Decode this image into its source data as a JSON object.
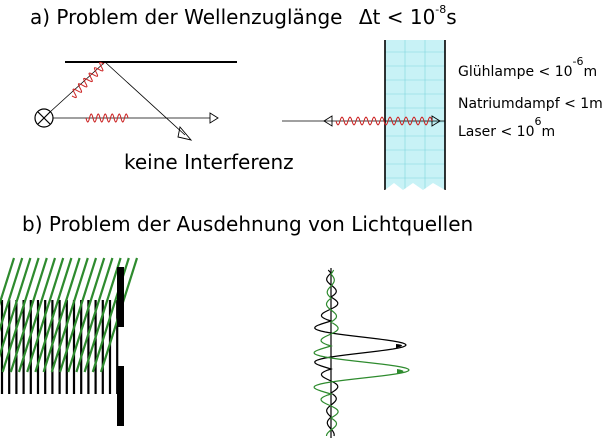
{
  "section_a": {
    "title": "a) Problem der Wellenzuglänge",
    "delta_t": "Δt < 10",
    "exponent": "-8",
    "unit": "s"
  },
  "no_interference_label": "keine Interferenz",
  "sources": [
    {
      "name": "Glühlampe < 10",
      "exponent": "-6",
      "unit": "m"
    },
    {
      "name": "Natriumdampf < 1m",
      "exponent": "",
      "unit": ""
    },
    {
      "name": "Laser < 10",
      "exponent": "6",
      "unit": "m"
    }
  ],
  "section_b": {
    "title": "b) Problem der Ausdehnung von Lichtquellen"
  },
  "colors": {
    "wave_red": "#cc2222",
    "wave_green": "#2e8b2e",
    "glass_fill": "#c8f2f6",
    "glass_grid": "#7fd6dc"
  }
}
